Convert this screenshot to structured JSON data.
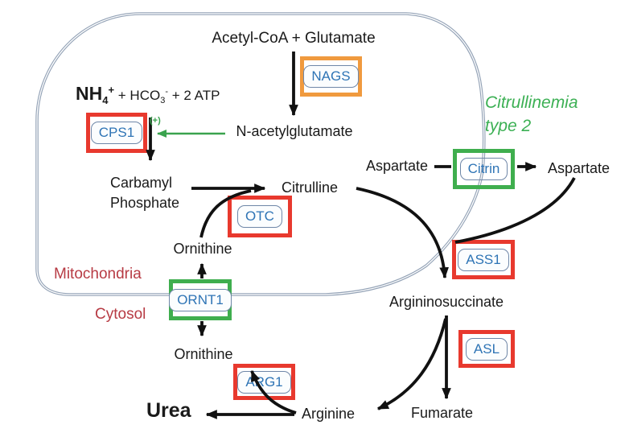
{
  "diagram": {
    "compartments": {
      "mitochondria": "Mitochondria",
      "cytosol": "Cytosol"
    },
    "annotation": {
      "line1": "Citrullinemia",
      "line2": "type 2"
    },
    "metabolites": {
      "acetyl_glutamate": "Acetyl-CoA + Glutamate",
      "nh4_base": "NH",
      "nh4_sub": "4",
      "nh4_sup": "+",
      "plus_hco": " + HCO",
      "hco_sub": "3",
      "hco_sup": "-",
      "plus_atp": " + 2 ATP",
      "n_acetylglutamate": "N-acetylglutamate",
      "carbamyl_line1": "Carbamyl",
      "carbamyl_line2": "Phosphate",
      "citrulline": "Citrulline",
      "ornithine_mitochondrial": "Ornithine",
      "ornithine_cytosolic": "Ornithine",
      "aspartate_cytosolic": "Aspartate",
      "aspartate_exported": "Aspartate",
      "argininosuccinate": "Argininosuccinate",
      "fumarate": "Fumarate",
      "arginine": "Arginine",
      "urea": "Urea",
      "activation_label": "(+)"
    },
    "enzymes": [
      {
        "id": "NAGS",
        "label": "NAGS",
        "frame": "orange"
      },
      {
        "id": "CPS1",
        "label": "CPS1",
        "frame": "red"
      },
      {
        "id": "OTC",
        "label": "OTC",
        "frame": "red"
      },
      {
        "id": "Citrin",
        "label": "Citrin",
        "frame": "green"
      },
      {
        "id": "ASS1",
        "label": "ASS1",
        "frame": "red"
      },
      {
        "id": "ASL",
        "label": "ASL",
        "frame": "red"
      },
      {
        "id": "ORNT1",
        "label": "ORNT1",
        "frame": "green"
      },
      {
        "id": "ARG1",
        "label": "ARG1",
        "frame": "red"
      }
    ],
    "colors": {
      "red_frame": "#e8392e",
      "orange_frame": "#f09a3e",
      "green_frame": "#3fae4e",
      "enzyme_text": "#2e74b5",
      "compartment_text": "#b73b44",
      "annotation_text": "#3cb054",
      "activation_arrow": "#3aa34e",
      "membrane": "#93a2b6",
      "arrow_black": "#111111"
    }
  }
}
